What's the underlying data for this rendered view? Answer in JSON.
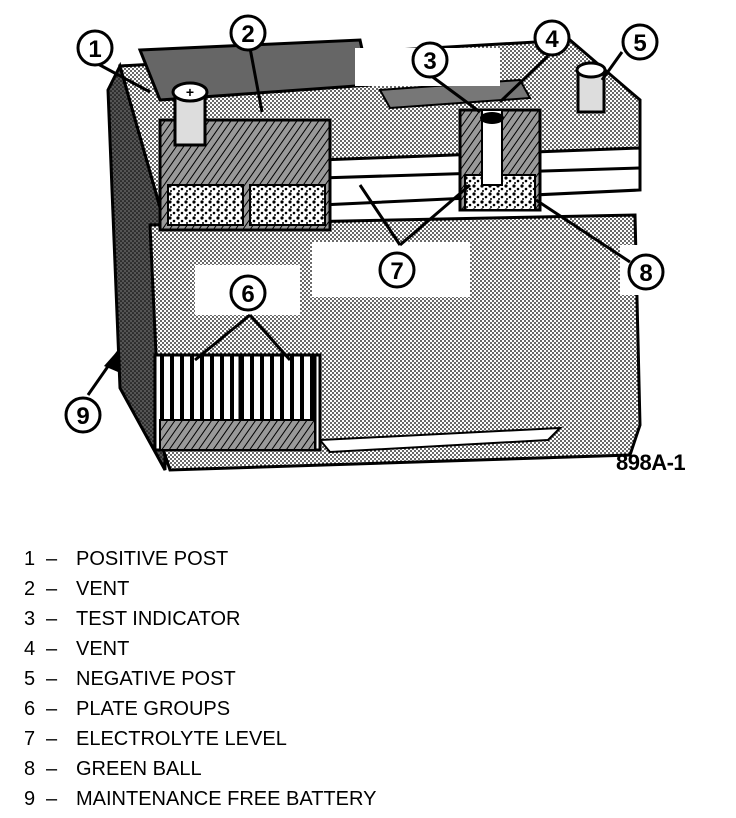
{
  "figure_code": "898A-1",
  "callouts": [
    "1",
    "2",
    "3",
    "4",
    "5",
    "6",
    "7",
    "8",
    "9"
  ],
  "legend_separator": "–",
  "legend": [
    {
      "num": "1",
      "label": "POSITIVE POST"
    },
    {
      "num": "2",
      "label": "VENT"
    },
    {
      "num": "3",
      "label": "TEST INDICATOR"
    },
    {
      "num": "4",
      "label": "VENT"
    },
    {
      "num": "5",
      "label": "NEGATIVE POST"
    },
    {
      "num": "6",
      "label": "PLATE GROUPS"
    },
    {
      "num": "7",
      "label": "ELECTROLYTE LEVEL"
    },
    {
      "num": "8",
      "label": "GREEN BALL"
    },
    {
      "num": "9",
      "label": "MAINTENANCE FREE BATTERY"
    }
  ]
}
